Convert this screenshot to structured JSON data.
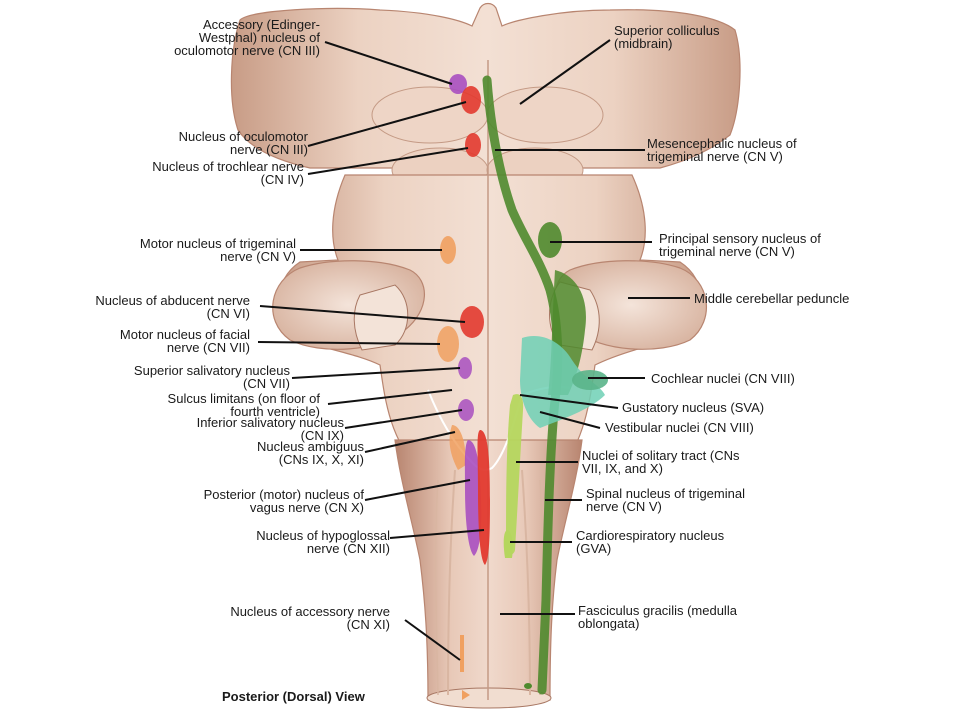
{
  "figure": {
    "view_title": "Posterior (Dorsal) View"
  },
  "labels_left": [
    {
      "id": "accessory-edinger-westphal",
      "text": "Accessory (Edinger-\nWestphal) nucleus of\noculomotor nerve (CN III)"
    },
    {
      "id": "oculomotor",
      "text": "Nucleus of oculomotor\nnerve (CN III)"
    },
    {
      "id": "trochlear",
      "text": "Nucleus of trochlear nerve\n(CN IV)"
    },
    {
      "id": "motor-trigeminal",
      "text": "Motor nucleus of trigeminal\nnerve (CN V)"
    },
    {
      "id": "abducent",
      "text": "Nucleus of abducent nerve\n(CN VI)"
    },
    {
      "id": "motor-facial",
      "text": "Motor nucleus of facial\nnerve (CN VII)"
    },
    {
      "id": "superior-salivatory",
      "text": "Superior salivatory nucleus\n(CN VII)"
    },
    {
      "id": "sulcus-limitans",
      "text": "Sulcus limitans (on floor of\nfourth ventricle)"
    },
    {
      "id": "inferior-salivatory",
      "text": "Inferior salivatory nucleus\n(CN IX)"
    },
    {
      "id": "nucleus-ambiguus",
      "text": "Nucleus ambiguus\n(CNs IX, X, XI)"
    },
    {
      "id": "posterior-vagus",
      "text": "Posterior (motor) nucleus of\nvagus nerve (CN X)"
    },
    {
      "id": "hypoglossal",
      "text": "Nucleus of hypoglossal\nnerve (CN XII)"
    },
    {
      "id": "accessory-nerve",
      "text": "Nucleus of accessory nerve\n(CN XI)"
    }
  ],
  "labels_right": [
    {
      "id": "superior-colliculus",
      "text": "Superior colliculus\n(midbrain)"
    },
    {
      "id": "mesencephalic-trigeminal",
      "text": "Mesencephalic nucleus of\ntrigeminal nerve (CN V)"
    },
    {
      "id": "principal-sensory-trigeminal",
      "text": "Principal sensory nucleus of\ntrigeminal nerve (CN V)"
    },
    {
      "id": "middle-cerebellar-peduncle",
      "text": "Middle cerebellar peduncle"
    },
    {
      "id": "cochlear",
      "text": "Cochlear nuclei (CN VIII)"
    },
    {
      "id": "gustatory",
      "text": "Gustatory nucleus (SVA)"
    },
    {
      "id": "vestibular",
      "text": "Vestibular nuclei (CN VIII)"
    },
    {
      "id": "solitary-tract",
      "text": "Nuclei of solitary tract (CNs\nVII, IX, and X)"
    },
    {
      "id": "spinal-trigeminal",
      "text": "Spinal nucleus of trigeminal\nnerve (CN V)"
    },
    {
      "id": "cardiorespiratory",
      "text": "Cardiorespiratory nucleus\n(GVA)"
    },
    {
      "id": "fasciculus-gracilis",
      "text": "Fasciculus gracilis (medulla\noblongata)"
    }
  ],
  "colors": {
    "tissue_light": "#f2dfd3",
    "tissue_mid": "#e3c0ab",
    "tissue_shadow": "#c89c86",
    "tissue_dark": "#a87763",
    "motor_red": "#e23a2f",
    "motor_orange": "#f0a060",
    "parasympathetic_purple": "#a84fc0",
    "sensory_green_dark": "#4f8a2d",
    "sensory_green_light": "#b5d65e",
    "vestibular_teal": "#6fd0b5",
    "leader_line": "#111111"
  }
}
